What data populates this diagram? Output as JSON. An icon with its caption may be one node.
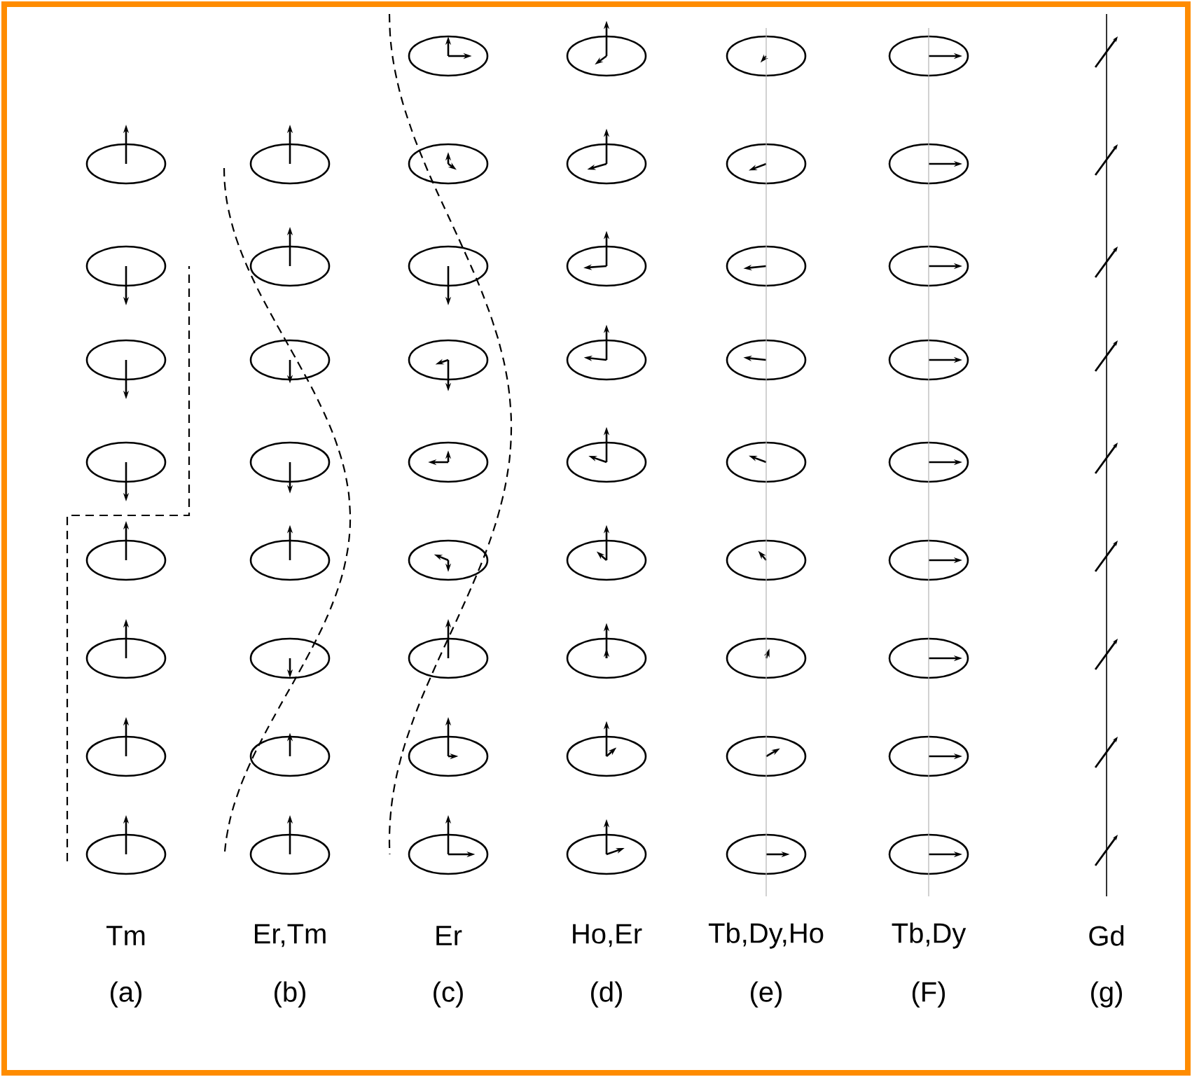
{
  "diagram": {
    "labels": [
      "Tm",
      "Er,Tm",
      "Er",
      "Ho,Er",
      "Tb,Dy,Ho",
      "Tb,Dy",
      "Gd",
      "(a)",
      "(b)",
      "(c)",
      "(d)",
      "(e)",
      "(F)",
      "(g)"
    ]
  }
}
